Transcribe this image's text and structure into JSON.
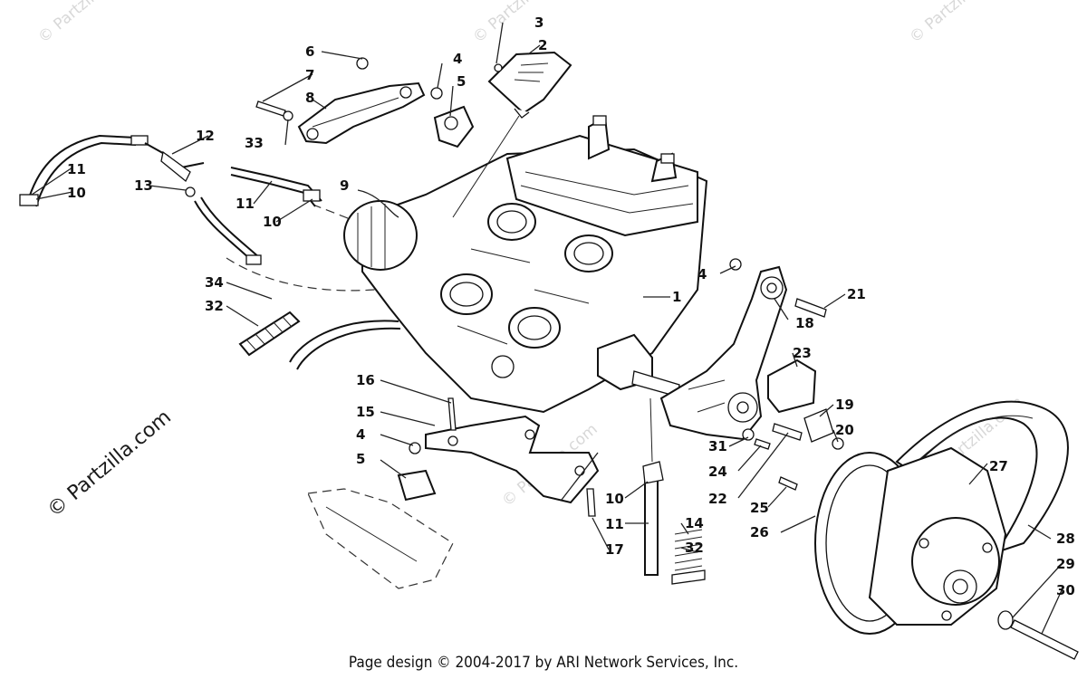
{
  "watermarks": {
    "corner": "© Partzilla.com",
    "side": "© Partzilla.com"
  },
  "footer": "Page design © 2004-2017 by ARI Network Services, Inc.",
  "callouts": [
    "1",
    "2",
    "3",
    "4",
    "5",
    "6",
    "7",
    "8",
    "9",
    "10",
    "11",
    "12",
    "13",
    "14",
    "15",
    "16",
    "17",
    "18",
    "19",
    "20",
    "21",
    "22",
    "23",
    "24",
    "25",
    "26",
    "27",
    "28",
    "29",
    "30",
    "31",
    "32",
    "33",
    "34"
  ]
}
